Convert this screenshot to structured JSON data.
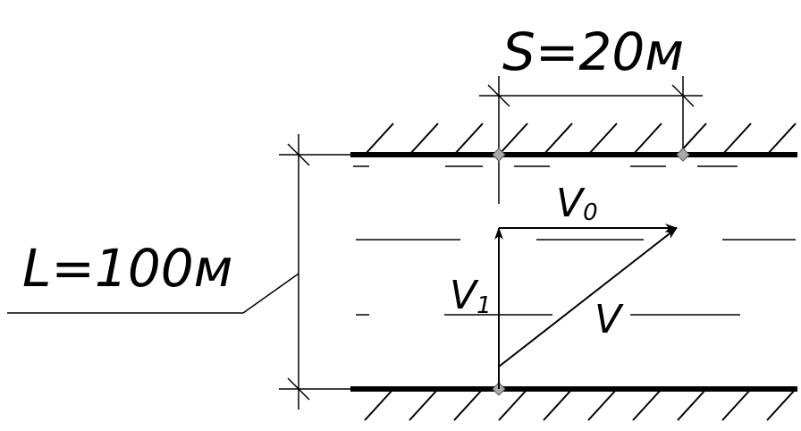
{
  "labels": {
    "width": "L=100м",
    "distance": "S=20м",
    "v0": "V",
    "v0_sub": "0",
    "v1": "V",
    "v1_sub": "1",
    "v": "V"
  }
}
